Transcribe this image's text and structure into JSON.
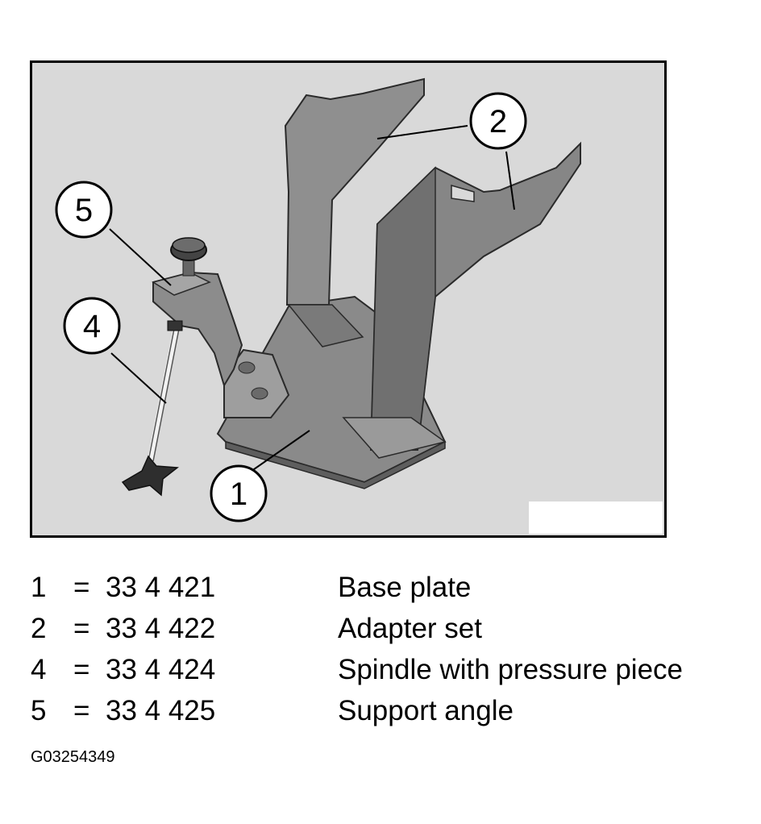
{
  "illustration": {
    "callouts": [
      {
        "id": "callout-1",
        "number": "1"
      },
      {
        "id": "callout-2",
        "number": "2"
      },
      {
        "id": "callout-4",
        "number": "4"
      },
      {
        "id": "callout-5",
        "number": "5"
      }
    ],
    "colors": {
      "background": "#d9d9d9",
      "metal": "#8a8a8a",
      "metal_dark": "#5e5e5e",
      "metal_light": "#b5b5b5"
    }
  },
  "legend": [
    {
      "number": "1",
      "equals": "=",
      "part": "33 4 421",
      "description": "Base plate"
    },
    {
      "number": "2",
      "equals": "=",
      "part": "33 4 422",
      "description": "Adapter set"
    },
    {
      "number": "4",
      "equals": "=",
      "part": "33 4 424",
      "description": "Spindle with pressure piece"
    },
    {
      "number": "5",
      "equals": "=",
      "part": "33 4 425",
      "description": "Support angle"
    }
  ],
  "figure_code": "G03254349"
}
